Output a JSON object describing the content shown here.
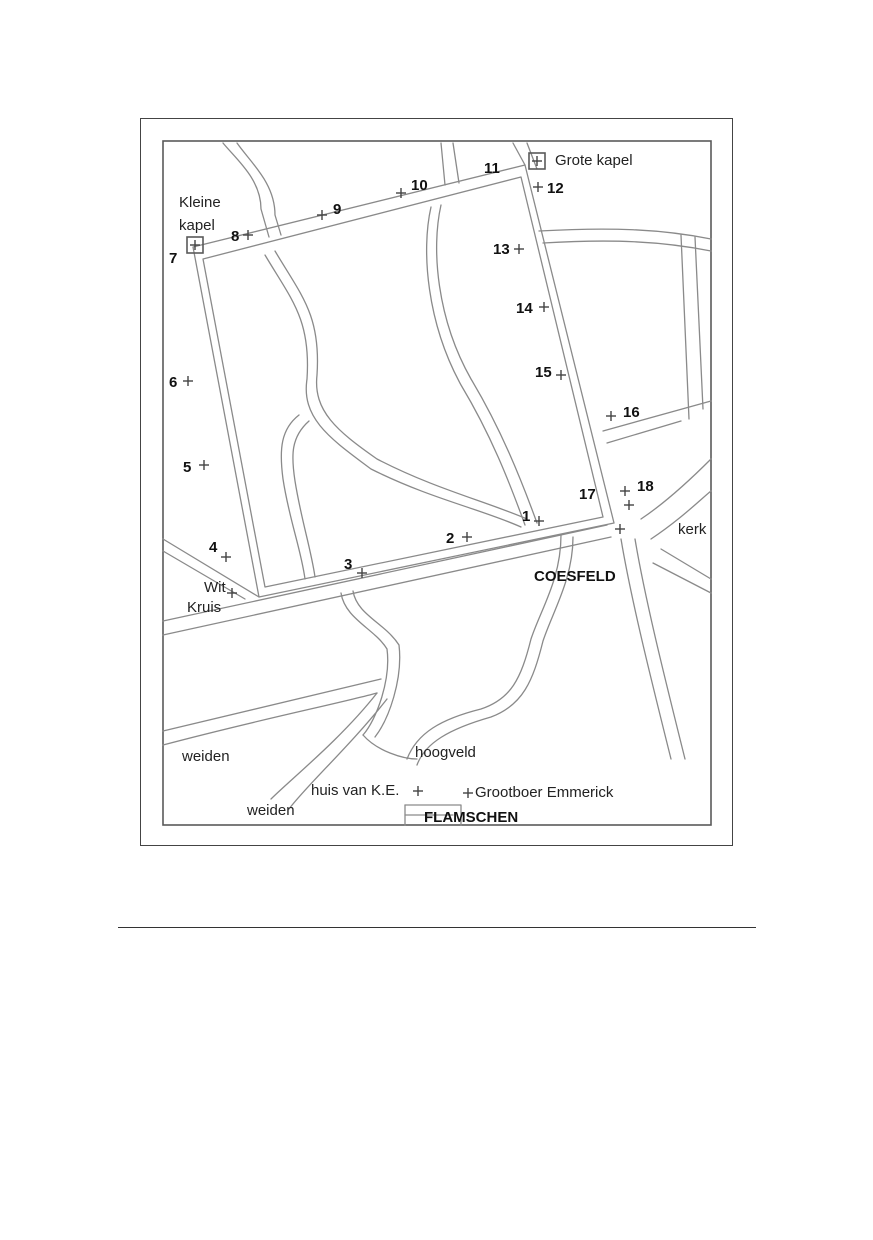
{
  "stations": [
    "1",
    "2",
    "3",
    "4",
    "5",
    "6",
    "7",
    "8",
    "9",
    "10",
    "11",
    "12",
    "13",
    "14",
    "15",
    "16",
    "17",
    "18"
  ],
  "labels": {
    "grote_kapel": "Grote kapel",
    "kleine_kapel_1": "Kleine",
    "kleine_kapel_2": "kapel",
    "wit_kruis_1": "Wit",
    "wit_kruis_2": "Kruis",
    "kerk": "kerk",
    "coesfeld": "COESFELD",
    "weiden_1": "weiden",
    "weiden_2": "weiden",
    "hoogveld": "hoogveld",
    "huis_ke": "huis van K.E.",
    "grootboer": "Grootboer Emmerick",
    "flamschen": "FLAMSCHEN"
  }
}
